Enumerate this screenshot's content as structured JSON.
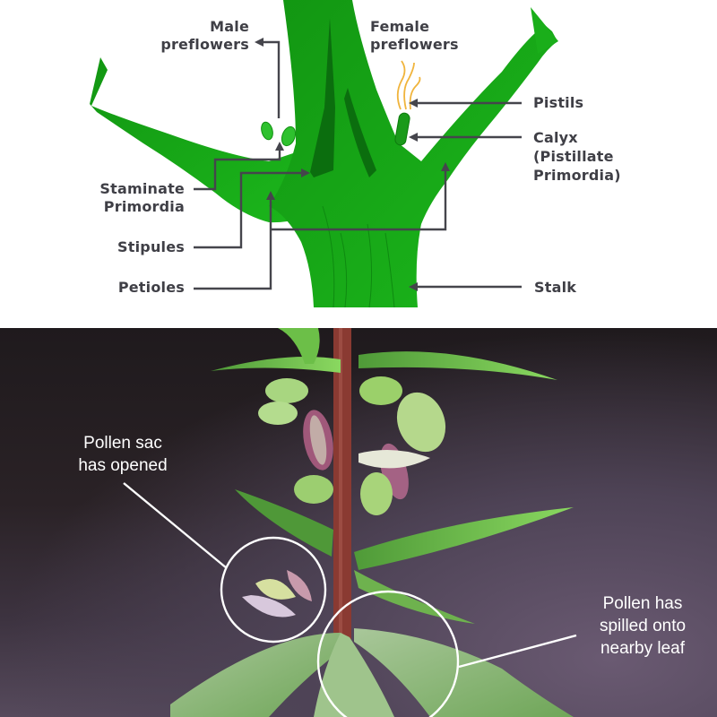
{
  "diagram": {
    "title": "Cannabis preflowers diagram",
    "colors": {
      "stem": "#18a818",
      "stem_dark": "#0b7a10",
      "label_text": "#3f3f46",
      "pointer_line": "#45454c",
      "pistil": "#f0b43c"
    },
    "labels": {
      "male_preflowers": [
        "Male",
        "preflowers"
      ],
      "female_preflowers": [
        "Female",
        "preflowers"
      ],
      "pistils": "Pistils",
      "calyx": [
        "Calyx",
        "(Pistillate",
        "Primordia)"
      ],
      "staminate_primordia": [
        "Staminate",
        "Primordia"
      ],
      "stipules": "Stipules",
      "petioles": "Petioles",
      "stalk": "Stalk"
    }
  },
  "photo": {
    "description": "Male cannabis plant with opened pollen sacs",
    "annotations": {
      "pollen_sac": [
        "Pollen sac",
        "has opened"
      ],
      "pollen_spill": [
        "Pollen has",
        "spilled onto",
        "nearby leaf"
      ]
    },
    "colors": {
      "annotation": "#ffffff",
      "background": "#2a2226",
      "leaf": "#6fc24a",
      "stem": "#8a3a32"
    }
  }
}
